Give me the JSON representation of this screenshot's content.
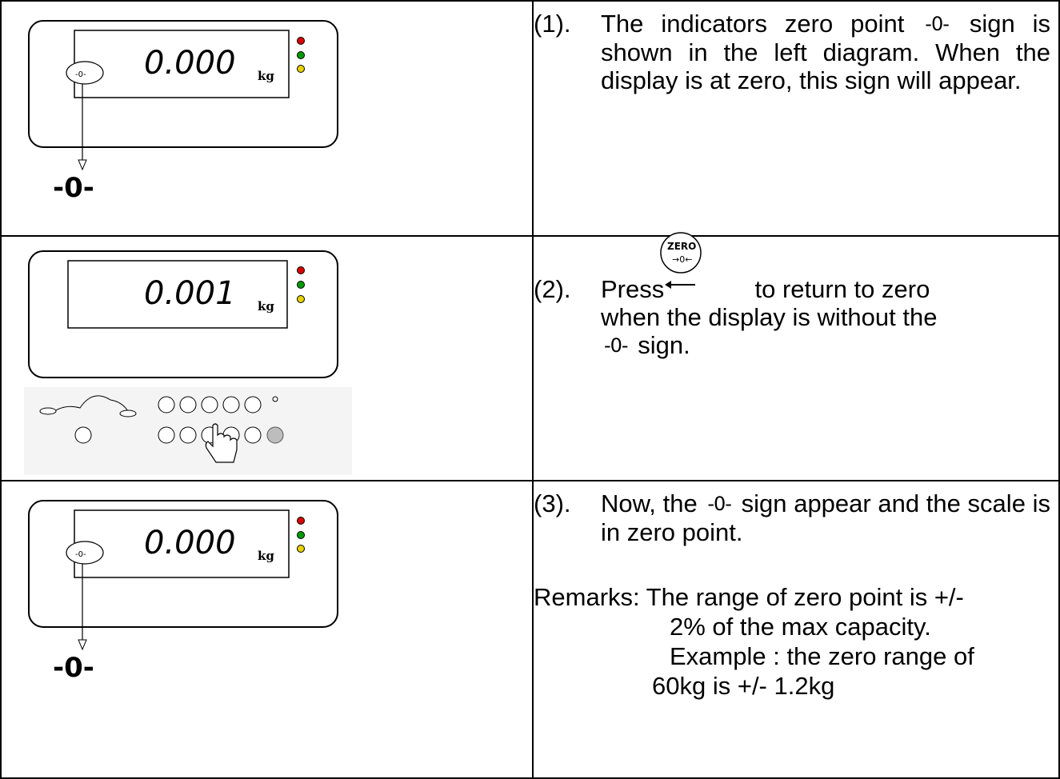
{
  "rows": [
    {
      "number": "(1).",
      "text": "The indicators zero point -0- sign is shown in the left diagram. When the display is at zero, this sign will appear.",
      "text_parts": [
        "The indicators zero point",
        "-0-",
        "sign is shown in the left diagram. When the display is at zero, this sign will appear."
      ],
      "display_value": "0.000",
      "unit": "kg",
      "zero_symbol": "-0-"
    },
    {
      "number": "(2).",
      "press_label": "Press",
      "after_key": "to return to zero",
      "line2": "when the display is without the",
      "line3_sign": "-0-",
      "line3_rest": "sign.",
      "key_top": "ZERO",
      "key_mid": "→0←",
      "display_value": "0.001",
      "unit": "kg"
    },
    {
      "number": "(3).",
      "text_parts": [
        "Now, the",
        "-0-",
        "sign appear and the scale is in zero point."
      ],
      "display_value": "0.000",
      "unit": "kg",
      "zero_symbol": "-0-",
      "remarks": {
        "label": "Remarks: The range of zero point is +/-",
        "line2": "2% of the max capacity.",
        "line3": "Example : the zero range of",
        "line4": "60kg is +/- 1.2kg"
      }
    }
  ],
  "colors": {
    "led_red": "#d80000",
    "led_green": "#009a00",
    "led_yellow": "#e6d200",
    "panel_border": "#000000"
  }
}
